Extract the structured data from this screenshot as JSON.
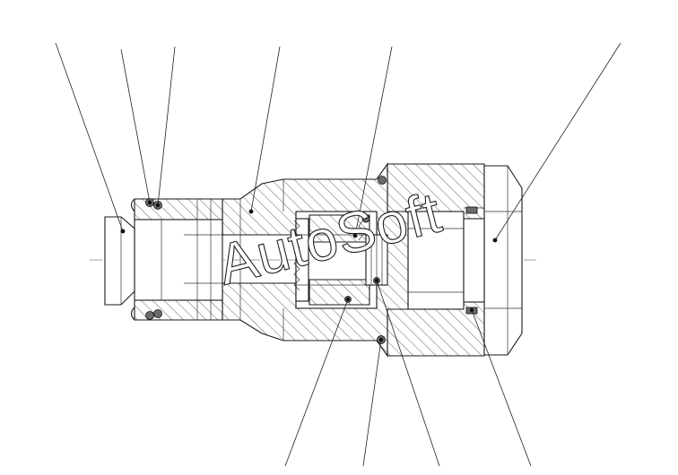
{
  "drawing": {
    "watermark_text": "AutoSoft",
    "leader_count_top": 6,
    "leader_count_bottom": 4,
    "colors": {
      "line": "#1a1a1a",
      "hatch": "#555555",
      "background": "#ffffff",
      "oring_fill": "#6b6b6b"
    }
  }
}
